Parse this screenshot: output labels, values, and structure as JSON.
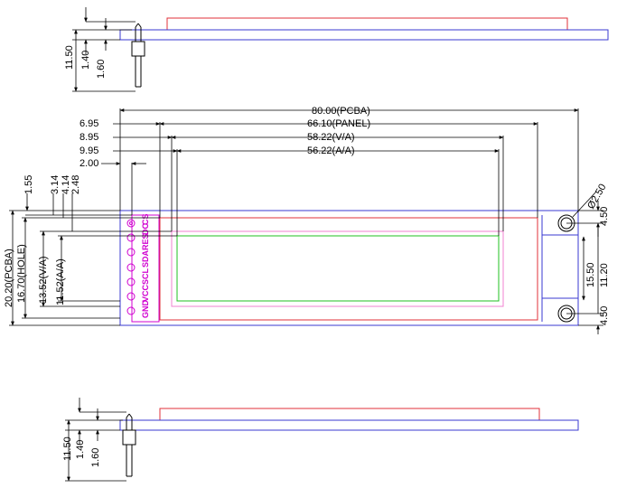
{
  "top_view": {
    "dims": {
      "d1": "11.50",
      "d2": "1.40",
      "d3": "1.60"
    }
  },
  "front_view": {
    "dims": {
      "pcba_width": "80.00(PCBA)",
      "panel_width": "66.10(PANEL)",
      "va_width": "58.22(V/A)",
      "aa_width": "56.22(A/A)",
      "off_695": "6.95",
      "off_895": "8.95",
      "off_995": "9.95",
      "off_200": "2.00",
      "v_155": "1.55",
      "v_314": "3.14",
      "v_414": "4.14",
      "v_248": "2.48",
      "pcba_height": "20.20(PCBA)",
      "hole_height": "16.70(HOLE)",
      "va_height": "13.52(V/A)",
      "aa_height": "11.52(A/A)",
      "hole_dia": "Ø2.50",
      "r_450_top": "4.50",
      "r_1550": "15.50",
      "r_1120": "11.20",
      "r_450_bot": "4.50"
    },
    "pins": [
      "GND",
      "VCC",
      "SCL",
      "SDA",
      "RES",
      "DC",
      "CS"
    ]
  },
  "bottom_view": {
    "dims": {
      "d1": "11.50",
      "d2": "1.40",
      "d3": "1.60"
    }
  },
  "colors": {
    "outline": "#000000",
    "pcb": "#3a3ad0",
    "panel": "#e0303a",
    "active_area": "#20c020",
    "pins": "#d000d0"
  }
}
